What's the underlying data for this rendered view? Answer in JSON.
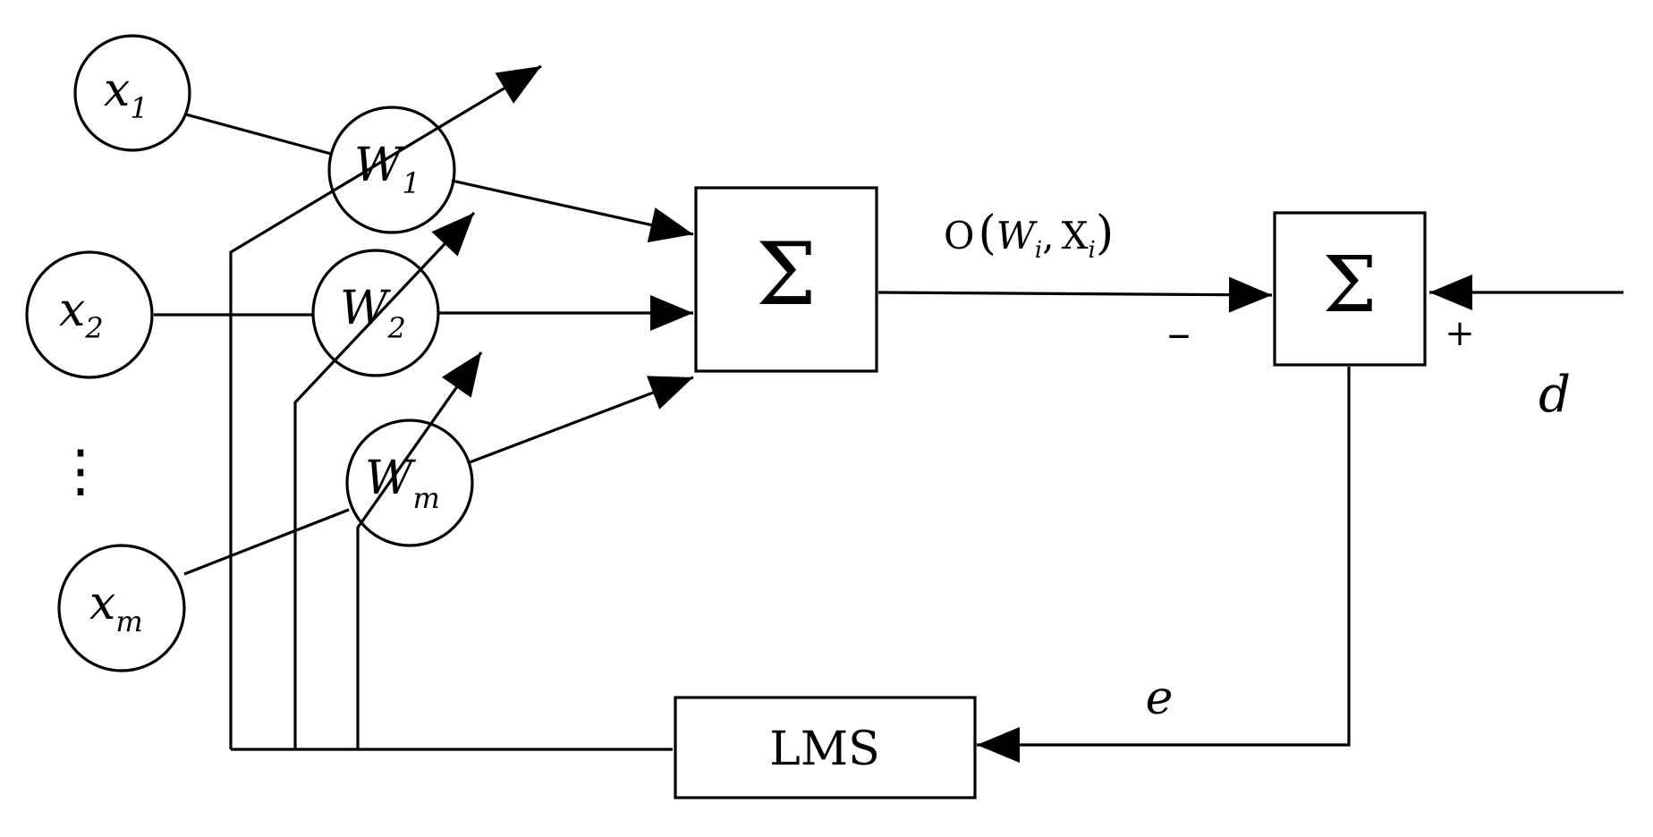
{
  "inputs": [
    {
      "var": "x",
      "sub": "1"
    },
    {
      "var": "x",
      "sub": "2"
    },
    {
      "var": "x",
      "sub": "m"
    }
  ],
  "weights": [
    {
      "var": "W",
      "sub": "1"
    },
    {
      "var": "W",
      "sub": "2"
    },
    {
      "var": "W",
      "sub": "m"
    }
  ],
  "ellipsis": "⋮",
  "summer_symbol": "Σ",
  "output": {
    "func": "O",
    "open": "(",
    "w": "W",
    "w_sub": "i",
    "comma": ",",
    "x": "X",
    "x_sub": "i",
    "close": ")"
  },
  "sign_minus": "–",
  "sign_plus": "+",
  "desired": "d",
  "error": "e",
  "lms_label": "LMS"
}
